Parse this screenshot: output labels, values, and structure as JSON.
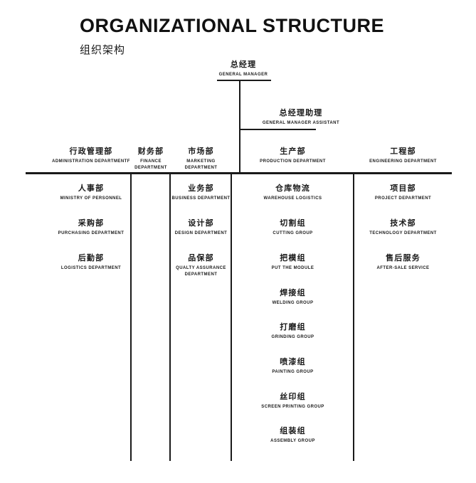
{
  "title": {
    "en": "ORGANIZATIONAL STRUCTURE",
    "cn": "组织架构"
  },
  "top": {
    "gm": {
      "cn": "总经理",
      "en": "GENERAL MANAGER"
    },
    "gm_assistant": {
      "cn": "总经理助理",
      "en": "GENERAL MANAGER ASSISTANT"
    }
  },
  "columns": [
    {
      "head": {
        "cn": "行政管理部",
        "en": "ADMINISTRATION DEPARTMENTF"
      },
      "items": [
        {
          "cn": "人事部",
          "en": "MINISTRY OF PERSONNEL"
        },
        {
          "cn": "采购部",
          "en": "PURCHASING DEPARTMENT"
        },
        {
          "cn": "后勤部",
          "en": "LOGISTICS DEPARTMENT"
        }
      ]
    },
    {
      "head": {
        "cn": "财务部",
        "en": "FINANCE DEPARTMENT"
      },
      "items": []
    },
    {
      "head": {
        "cn": "市场部",
        "en": "MARKETING DEPARTMENT"
      },
      "items": [
        {
          "cn": "业务部",
          "en": "BUSINESS DEPARTMENT"
        },
        {
          "cn": "设计部",
          "en": "DESIGN DEPARTMENT"
        },
        {
          "cn": "品保部",
          "en": "QUALTY ASSURANCE DEPARTMENT"
        }
      ]
    },
    {
      "head": {
        "cn": "生产部",
        "en": "PRODUCTION DEPARTMENT"
      },
      "items": [
        {
          "cn": "仓库物流",
          "en": "WAREHOUSE LOGISTICS"
        },
        {
          "cn": "切割组",
          "en": "CUTTING GROUP"
        },
        {
          "cn": "把模组",
          "en": "PUT THE MODULE"
        },
        {
          "cn": "焊接组",
          "en": "WELDING GROUP"
        },
        {
          "cn": "打磨组",
          "en": "GRINDING GROUP"
        },
        {
          "cn": "喷漆组",
          "en": "PAINTING GROUP"
        },
        {
          "cn": "丝印组",
          "en": "SCREEN PRINTING GROUP"
        },
        {
          "cn": "组装组",
          "en": "ASSEMBLY GROUP"
        }
      ]
    },
    {
      "head": {
        "cn": "工程部",
        "en": "ENGINEERING DEPARTMENT"
      },
      "items": [
        {
          "cn": "项目部",
          "en": "PROJECT DEPARTMENT"
        },
        {
          "cn": "技术部",
          "en": "TECHNOLOGY DEPARTMENT"
        },
        {
          "cn": "售后服务",
          "en": "AFTER-SALE SERVICE"
        }
      ]
    }
  ],
  "colors": {
    "ink": "#1a1a1a",
    "background": "#ffffff"
  }
}
